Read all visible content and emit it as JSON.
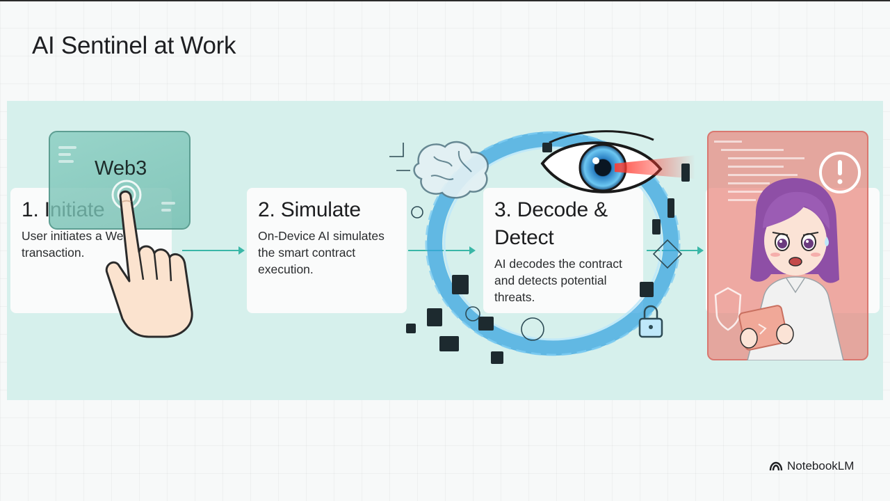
{
  "slide": {
    "title": "AI Sentinel at Work"
  },
  "steps": [
    {
      "heading": "1. Initiate",
      "body": "User initiates a Web3 transaction."
    },
    {
      "heading": "2. Simulate",
      "body": "On-Device AI simulates the smart contract execution."
    },
    {
      "heading": "3. Decode & Detect",
      "body": "AI decodes the contract and detects potential threats."
    }
  ],
  "illustrations": {
    "card_label": "Web3",
    "hand_icon": "pointing-hand-icon",
    "eye_icon": "eye-icon",
    "brain_icon": "brain-icon",
    "alert_icon": "exclamation-icon",
    "shield_icon": "shield-icon",
    "lock_icon": "lock-icon",
    "user_icon": "worried-user-icon"
  },
  "colors": {
    "band": "#d6f0ec",
    "accent": "#3ab7a7",
    "ring": "#3aa6e0",
    "danger": "#e98980"
  },
  "branding": {
    "name": "NotebookLM",
    "icon": "notebooklm-logo-icon"
  }
}
